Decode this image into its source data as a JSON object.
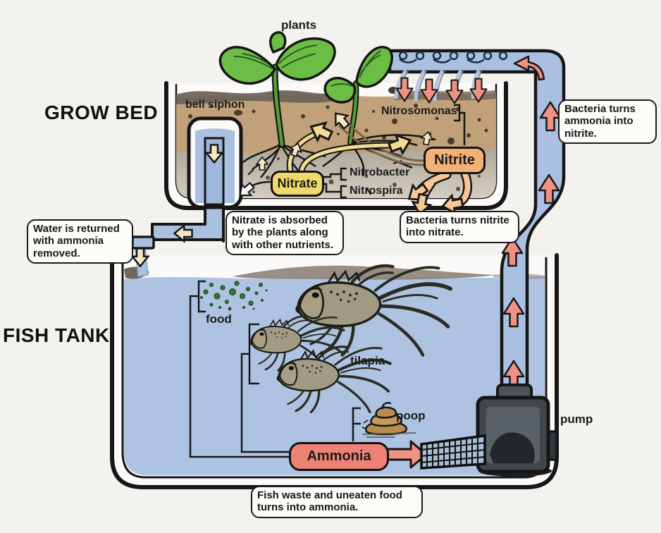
{
  "diagram": {
    "title_labels": {
      "grow_bed": "GROW BED",
      "fish_tank": "FISH TANK"
    },
    "labels": {
      "plants": "plants",
      "bell_siphon": "bell siphon",
      "nitrosomonas": "Nitrosomonas",
      "nitrobacter": "Nitrobacter",
      "nitrospira": "Nitrospira",
      "food": "food",
      "tilapia": "tilapia",
      "poop": "poop",
      "pump": "pump"
    },
    "nodes": {
      "nitrite": "Nitrite",
      "nitrate": "Nitrate",
      "ammonia": "Ammonia"
    },
    "callouts": {
      "bacteria_ammonia": "Bacteria turns ammonia into nitrite.",
      "water_returned": "Water is returned with ammonia removed.",
      "nitrate_absorbed": "Nitrate is absorbed by the plants along with other nutrients.",
      "bacteria_nitrite": "Bacteria turns nitrite into nitrate.",
      "fish_waste": "Fish waste and uneaten food turns into ammonia."
    },
    "colors": {
      "water": "#aec3e1",
      "soil": "#c0a179",
      "gravel": "#b3ac9f",
      "leaf_green": "#6cbd45",
      "flow_arrow_salmon": "#ee9383",
      "nutrient_arrow_cream": "#f3e8c2",
      "nitrite_box": "#f3b176",
      "nitrate_box": "#f0d96b",
      "ammonia_box": "#ee8175",
      "food_green": "#2e7a33",
      "poop_brown": "#b98d4f",
      "pump_gray": "#41464b"
    }
  }
}
